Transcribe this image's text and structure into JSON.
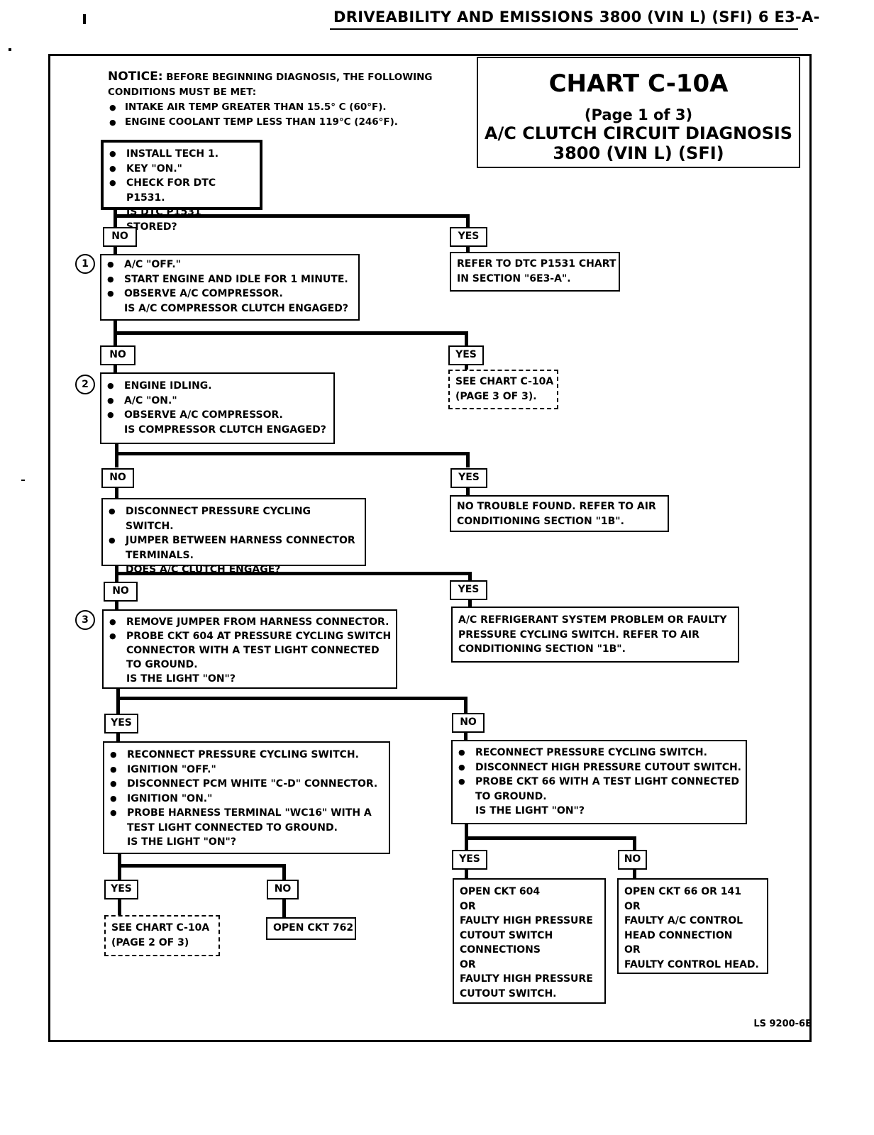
{
  "header": {
    "title": "DRIVEABILITY AND EMISSIONS  3800  (VIN L)  (SFI)  6 E3-A-"
  },
  "title_box": {
    "chart": "CHART C-10A",
    "page": "(Page 1 of 3)",
    "subtitle1": "A/C CLUTCH CIRCUIT DIAGNOSIS",
    "subtitle2": "3800  (VIN L)  (SFI)"
  },
  "notice": {
    "heading": "NOTICE:",
    "text": "BEFORE BEGINNING DIAGNOSIS, THE FOLLOWING CONDITIONS MUST BE MET:",
    "items": [
      "INTAKE AIR TEMP GREATER THAN 15.5° C (60°F).",
      "ENGINE COOLANT TEMP LESS THAN 119°C (246°F)."
    ]
  },
  "labels": {
    "no": "NO",
    "yes": "YES"
  },
  "steps": [
    "1",
    "2",
    "3"
  ],
  "boxes": {
    "start": {
      "items": [
        "INSTALL TECH 1.",
        "KEY \"ON.\"",
        "CHECK FOR DTC P1531."
      ],
      "question": "IS DTC P1531 STORED?"
    },
    "dtc_ref": {
      "lines": [
        "REFER TO DTC P1531 CHART",
        "IN SECTION \"6E3-A\"."
      ]
    },
    "step1": {
      "items": [
        "A/C \"OFF.\"",
        "START ENGINE AND IDLE FOR 1 MINUTE.",
        "OBSERVE A/C COMPRESSOR."
      ],
      "question": "IS A/C COMPRESSOR CLUTCH ENGAGED?"
    },
    "see_page3": {
      "lines": [
        "SEE CHART C-10A",
        "(PAGE 3 OF 3)."
      ]
    },
    "step2": {
      "items": [
        "ENGINE IDLING.",
        "A/C \"ON.\"",
        "OBSERVE A/C COMPRESSOR."
      ],
      "question": "IS COMPRESSOR CLUTCH ENGAGED?"
    },
    "no_trouble": {
      "lines": [
        "NO TROUBLE FOUND.  REFER TO AIR",
        "CONDITIONING SECTION \"1B\"."
      ]
    },
    "jumper": {
      "items": [
        "DISCONNECT PRESSURE CYCLING SWITCH.",
        "JUMPER BETWEEN HARNESS CONNECTOR TERMINALS."
      ],
      "question": "DOES A/C CLUTCH ENGAGE?"
    },
    "refrigerant": {
      "lines": [
        "A/C REFRIGERANT SYSTEM PROBLEM OR FAULTY",
        "PRESSURE CYCLING SWITCH.  REFER TO AIR",
        "CONDITIONING SECTION \"1B\"."
      ]
    },
    "step3": {
      "items": [
        "REMOVE JUMPER FROM HARNESS CONNECTOR.",
        "PROBE CKT 604 AT PRESSURE CYCLING SWITCH CONNECTOR WITH A TEST LIGHT CONNECTED TO GROUND."
      ],
      "question": "IS THE LIGHT \"ON\"?"
    },
    "pcm_check": {
      "items": [
        "RECONNECT PRESSURE CYCLING SWITCH.",
        "IGNITION \"OFF.\"",
        "DISCONNECT PCM WHITE \"C-D\" CONNECTOR.",
        "IGNITION \"ON.\"",
        "PROBE HARNESS TERMINAL \"WC16\" WITH A TEST LIGHT CONNECTED TO GROUND."
      ],
      "question": "IS THE LIGHT \"ON\"?"
    },
    "cutout_check": {
      "items": [
        "RECONNECT PRESSURE CYCLING SWITCH.",
        "DISCONNECT HIGH PRESSURE CUTOUT SWITCH.",
        "PROBE CKT 66 WITH A TEST LIGHT CONNECTED TO GROUND."
      ],
      "question": "IS THE LIGHT \"ON\"?"
    },
    "see_page2": {
      "lines": [
        "SEE CHART C-10A",
        "(PAGE 2 OF 3)"
      ]
    },
    "open_762": {
      "lines": [
        "OPEN CKT 762"
      ]
    },
    "open_604": {
      "lines": [
        "OPEN CKT 604",
        "OR",
        "FAULTY HIGH PRESSURE",
        "CUTOUT SWITCH",
        "CONNECTIONS",
        "OR",
        "FAULTY HIGH PRESSURE",
        "CUTOUT SWITCH."
      ]
    },
    "open_66": {
      "lines": [
        "OPEN CKT 66 OR 141",
        "OR",
        "FAULTY A/C CONTROL",
        "HEAD CONNECTION",
        "OR",
        "FAULTY CONTROL HEAD."
      ]
    }
  },
  "footer": {
    "code": "LS 9200-6E"
  }
}
